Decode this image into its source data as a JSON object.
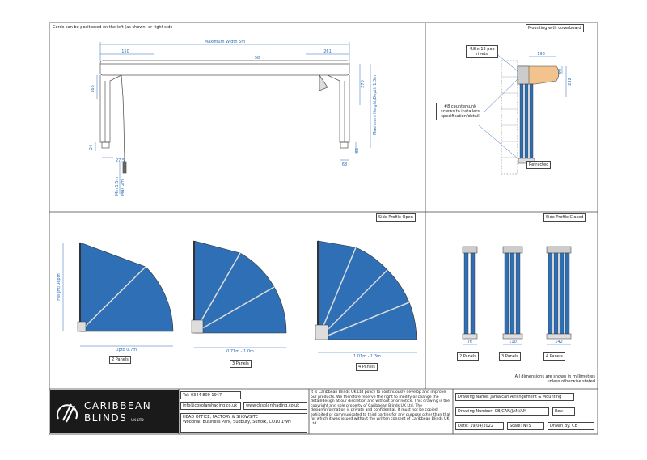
{
  "colors": {
    "blind_blue": "#2f6fb6",
    "line": "#444444",
    "logo_bg": "#1a1a1a"
  },
  "top_left": {
    "note": "Cords can be positioned on the left (as shown) or right side",
    "max_width": "Maximum Width 5m",
    "dim_150": "150",
    "dim_58": "58",
    "dim_261": "261",
    "dim_166": "166",
    "dim_270": "270",
    "dim_max_height": "Maximum Height/Depth 1.3m",
    "dim_24": "24",
    "dim_27_5": "27.5",
    "dim_min": "Min 1.5m",
    "dim_max": "Max 2m",
    "dim_65": "65",
    "dim_68": "68"
  },
  "mounting": {
    "title": "Mounting with coverboard",
    "rivets": "4.8 x 12 pop rivets",
    "dim_198": "198",
    "dim_90": "90",
    "dim_232": "232",
    "screws": "#8 countersunk screws to installers specification/detail",
    "retracted": "Retracted"
  },
  "side_open": {
    "title": "Side Profile Open",
    "height_label": "Height/Depth",
    "dim_1": "Upto 0.7m",
    "dim_2": "0.71m - 1.0m",
    "dim_3": "1.01m - 1.3m",
    "label_1": "2 Panels",
    "label_2": "3 Panels",
    "label_3": "4 Panels"
  },
  "side_closed": {
    "title": "Side Profile Closed",
    "dim_1": "76",
    "dim_2": "110",
    "dim_3": "142",
    "label_1": "2 Panels",
    "label_2": "3 Panels",
    "label_3": "4 Panels",
    "dims_note": "All dimensions are shown in millimetres unless otherwise stated"
  },
  "title_block": {
    "logo_line1": "CARIBBEAN",
    "logo_line2": "BLINDS",
    "logo_suffix": "UK LTD",
    "tel": "Tel: 0344 800 1947",
    "email": "info@cbsolarshading.co.uk",
    "web": "www.cbsolarshading.co.uk",
    "address_title": "HEAD OFFICE, FACTORY & SHOWSITE",
    "address": "Woodhall Business Park, Sudbury, Suffolk, CO10 1WH",
    "policy": "It is Caribbean Blinds UK Ltd policy to continuously develop and improve our products. We therefore reserve the right to modify or change the detail/design at our discretion and without prior notice. This drawing is the copyright and sole property of Caribbean Blinds UK Ltd. The design/information is private and confidential. It must not be copied, exhibited or communicated to third parties for any purpose other than that for which it was issued without the written consent of Caribbean Blinds UK Ltd.",
    "drawing_name": "Drawing Name: Jamaican Arrangement & Mounting",
    "drawing_number": "Drawing Number: CB/CAN/JAM/AM",
    "rev": "Rev:",
    "date": "Date: 19/04/2022",
    "scale": "Scale: NTS",
    "drawn_by": "Drawn By: CB"
  }
}
